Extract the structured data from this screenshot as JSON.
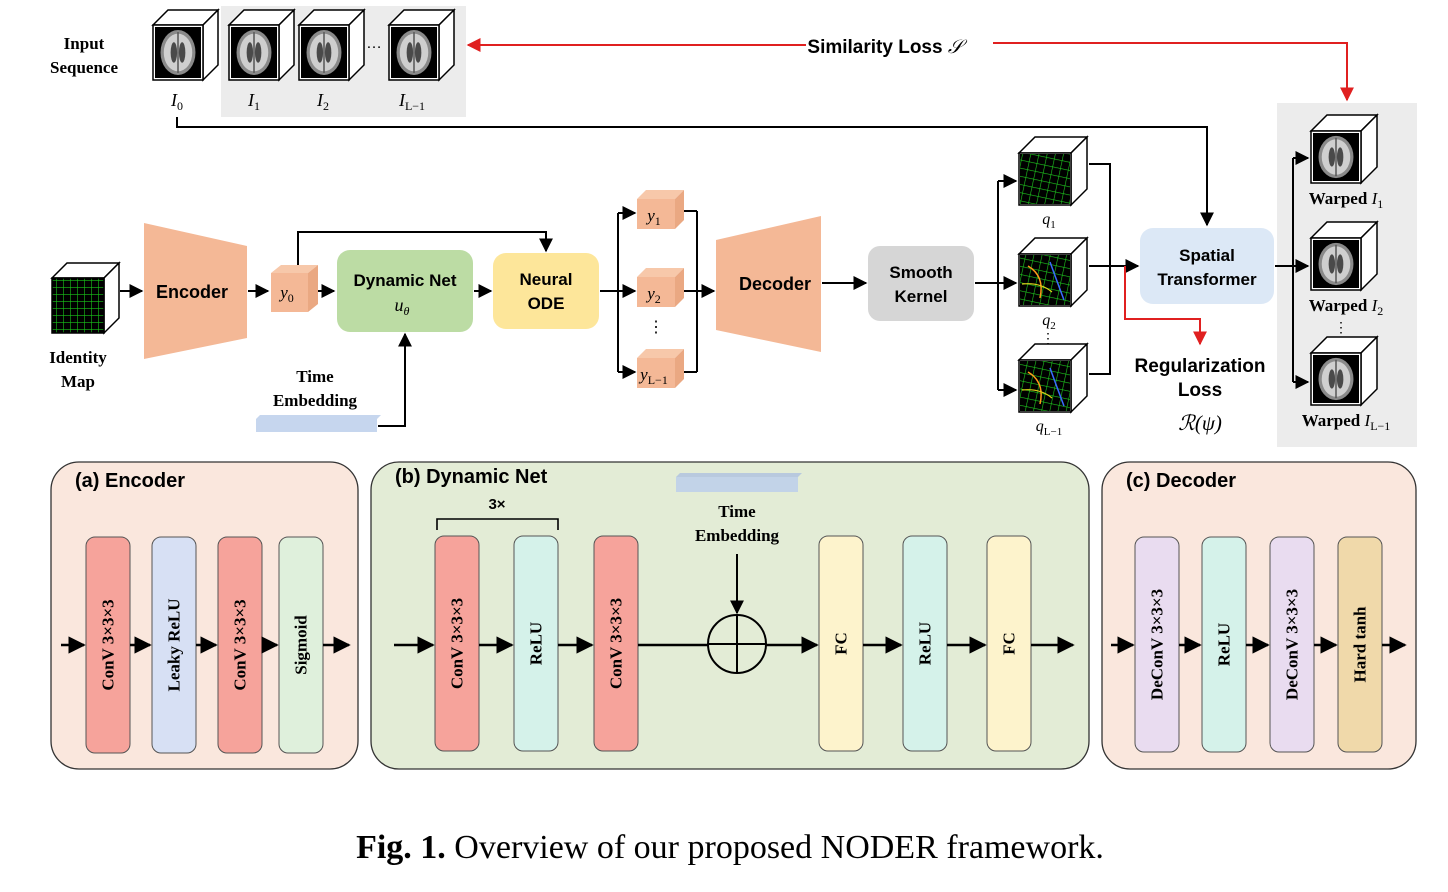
{
  "input": {
    "label_line1": "Input",
    "label_line2": "Sequence",
    "frames": [
      "I",
      "I",
      "I",
      "I"
    ],
    "frame_subs": [
      "0",
      "1",
      "2",
      "L−1"
    ],
    "ellipsis": "…"
  },
  "similarity_loss": {
    "label": "Similarity Loss",
    "symbol": "𝒮"
  },
  "identity_map": {
    "line1": "Identity",
    "line2": "Map"
  },
  "pipeline": {
    "encoder": "Encoder",
    "y0": "y",
    "y0_sub": "0",
    "dynamic_net_line1": "Dynamic Net",
    "dynamic_net_line2": "u",
    "dynamic_net_sub": "θ",
    "neural_ode_line1": "Neural",
    "neural_ode_line2": "ODE",
    "time_embedding_line1": "Time",
    "time_embedding_line2": "Embedding",
    "y_outputs": [
      "y",
      "y",
      "y"
    ],
    "y_output_subs": [
      "1",
      "2",
      "L−1"
    ],
    "vdots": "⋮",
    "decoder": "Decoder",
    "smooth_kernel_line1": "Smooth",
    "smooth_kernel_line2": "Kernel",
    "q_labels": [
      "q",
      "q",
      "q"
    ],
    "q_subs": [
      "1",
      "2",
      "L−1"
    ],
    "spatial_transformer_line1": "Spatial",
    "spatial_transformer_line2": "Transformer",
    "reg_loss_line1": "Regularization",
    "reg_loss_line2": "Loss",
    "reg_loss_symbol": "ℛ(ψ)"
  },
  "warped": {
    "prefix": "Warped ",
    "items": [
      "I",
      "I",
      "I"
    ],
    "subs": [
      "1",
      "2",
      "L−1"
    ],
    "vdots": "⋮"
  },
  "panel_a": {
    "title": "(a) Encoder",
    "blocks": [
      "ConV  3×3×3",
      "Leaky ReLU",
      "ConV  3×3×3",
      "Sigmoid"
    ]
  },
  "panel_b": {
    "title": "(b) Dynamic Net",
    "repeat": "3×",
    "time_line1": "Time",
    "time_line2": "Embedding",
    "blocks": [
      "ConV  3×3×3",
      "ReLU",
      "ConV  3×3×3",
      "FC",
      "ReLU",
      "FC"
    ]
  },
  "panel_c": {
    "title": "(c) Decoder",
    "blocks": [
      "DeConV  3×3×3",
      "ReLU",
      "DeConV  3×3×3",
      "Hard tanh"
    ]
  },
  "caption": {
    "bold": "Fig. 1.",
    "text": " Overview of our proposed NODER framework."
  },
  "colors": {
    "orange": "#f4b896",
    "green": "#bcdca4",
    "yellow": "#fde69a",
    "gray": "#d6d6d6",
    "blue": "#dce8f6",
    "red_line": "#e02020",
    "panel_a_bg": "#fae7dd",
    "panel_b_bg": "#e3ecd6",
    "panel_c_bg": "#fae7dd",
    "conv": "#f6a39b",
    "relu": "#d5f2ea",
    "leaky": "#d7e0f4",
    "sigmoid": "#dff0dc",
    "fc": "#fdf3cc",
    "deconv": "#e9dcf0",
    "hardtanh": "#f0d9aa"
  }
}
